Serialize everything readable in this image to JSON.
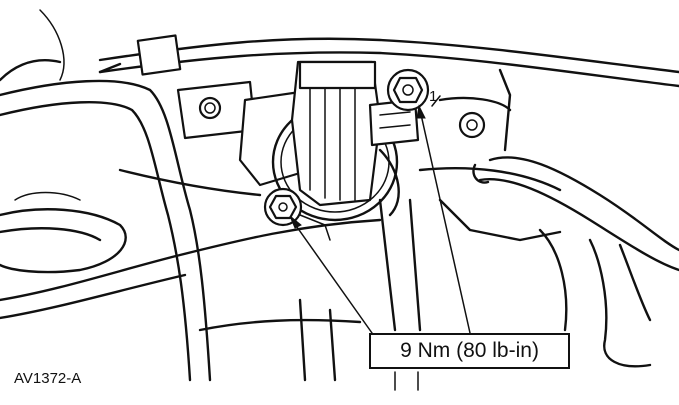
{
  "callout": {
    "torque_label": "9 Nm (80 lb-in)"
  },
  "figure": {
    "id_label": "AV1372-A"
  },
  "item": {
    "number": "1"
  }
}
